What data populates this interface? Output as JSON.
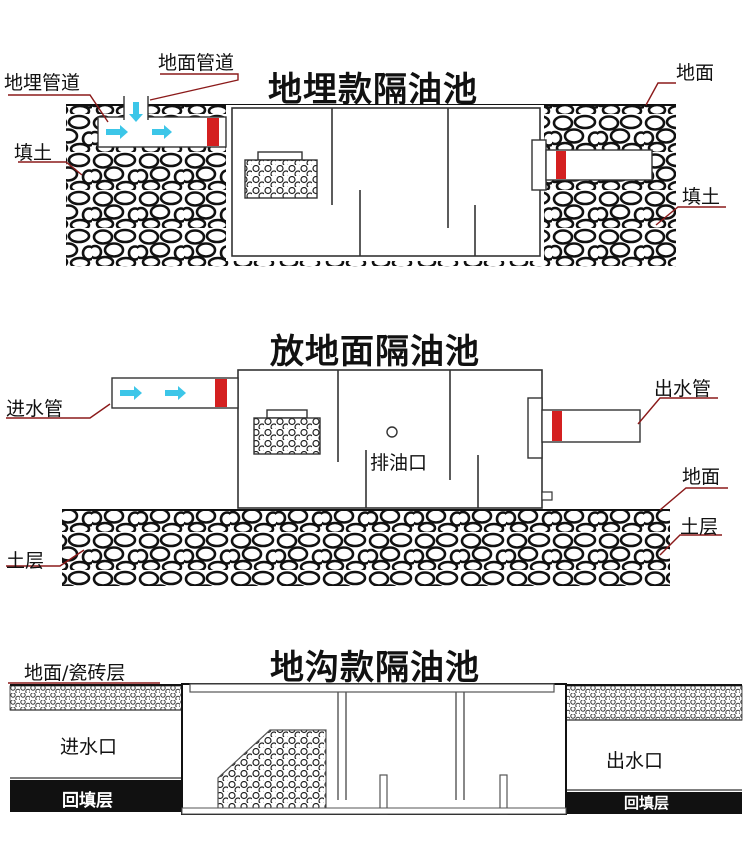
{
  "section1": {
    "title": "地埋款隔油池",
    "labels": {
      "buried_pipe": "地埋管道",
      "ground_pipe": "地面管道",
      "ground": "地面",
      "fill_left": "填土",
      "fill_right": "填土"
    }
  },
  "section2": {
    "title": "放地面隔油池",
    "labels": {
      "inlet_pipe": "进水管",
      "outlet_pipe": "出水管",
      "oil_drain": "排油口",
      "ground": "地面",
      "soil_right": "土层",
      "soil_left": "土层"
    }
  },
  "section3": {
    "title": "地沟款隔油池",
    "labels": {
      "ground_tile": "地面/瓷砖层",
      "inlet": "进水口",
      "outlet": "出水口",
      "backfill_left": "回填层",
      "backfill_right": "回填层"
    }
  },
  "colors": {
    "red_valve": "#d42020",
    "flow_arrow": "#3cc6e8",
    "leader_line": "#8b1a1a",
    "backfill_band": "#111111"
  }
}
